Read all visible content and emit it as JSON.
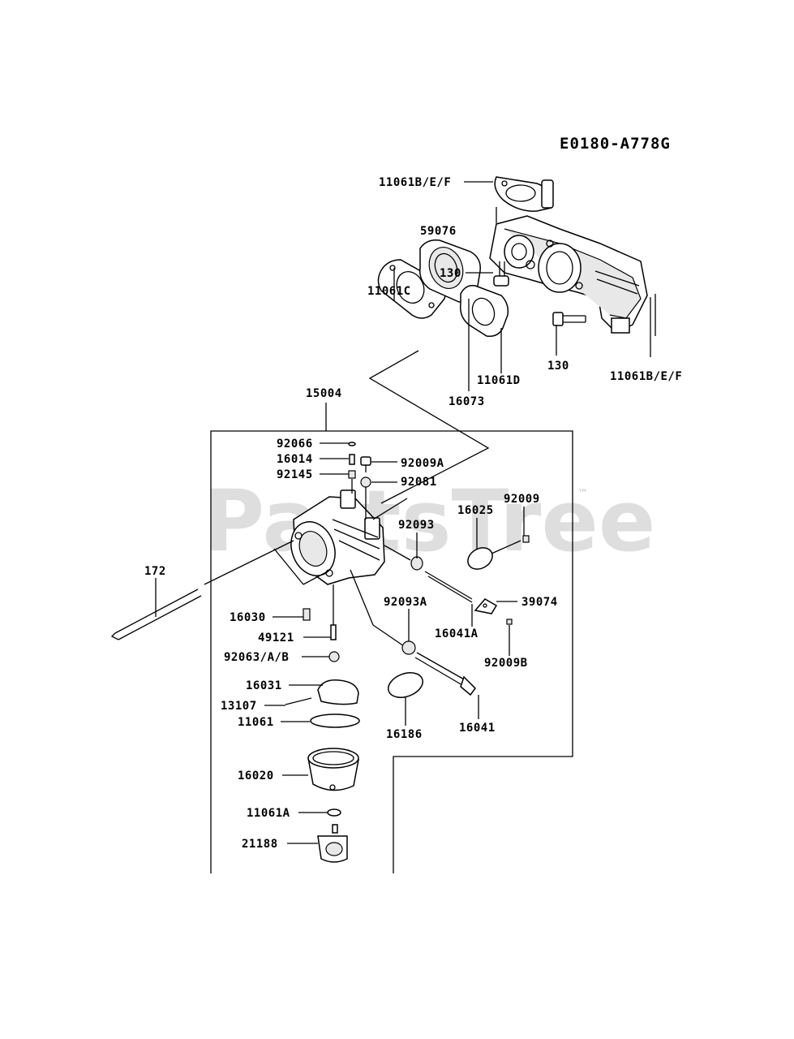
{
  "diagram_code": "E0180-A778G",
  "watermark": "PartsTree",
  "trademark": "™",
  "callouts": {
    "c11061bef_top": "11061B/E/F",
    "c59076": "59076",
    "c130_a": "130",
    "c11061c": "11061C",
    "c130_b": "130",
    "c11061bef_right": "11061B/E/F",
    "c11061d": "11061D",
    "c16073": "16073",
    "c15004": "15004",
    "c92066": "92066",
    "c16014": "16014",
    "c92145": "92145",
    "c92009a": "92009A",
    "c92081": "92081",
    "c92009": "92009",
    "c16025": "16025",
    "c92093": "92093",
    "c172": "172",
    "c39074": "39074",
    "c92093a": "92093A",
    "c16030": "16030",
    "c16041a": "16041A",
    "c49121": "49121",
    "c92063": "92063/A/B",
    "c92009b": "92009B",
    "c16031": "16031",
    "c13107": "13107",
    "c11061": "11061",
    "c16186": "16186",
    "c16041": "16041",
    "c16020": "16020",
    "c11061a": "11061A",
    "c21188": "21188"
  }
}
